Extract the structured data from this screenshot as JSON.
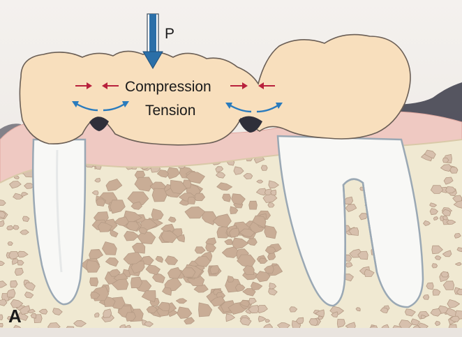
{
  "figure": {
    "panel_letter": "A",
    "force_label": "P",
    "compression_label": "Compression",
    "tension_label": "Tension"
  },
  "colors": {
    "background": "#f2efec",
    "gingiva": "#efc9c2",
    "gingiva_edge": "#e0a8a0",
    "crown": "#f8dfbd",
    "crown_edge": "#6a5e55",
    "root": "#f8f8f6",
    "root_edge": "#9aa8b4",
    "bone": "#f0e9d2",
    "cancellous": "#d7c0ad",
    "cancellous_dark": "#b59b85",
    "force_arrow": "#2b6fa8",
    "compression_arrow": "#b8213c",
    "tension_arrow": "#2a7bbd",
    "shadow": "#3a3a48"
  }
}
